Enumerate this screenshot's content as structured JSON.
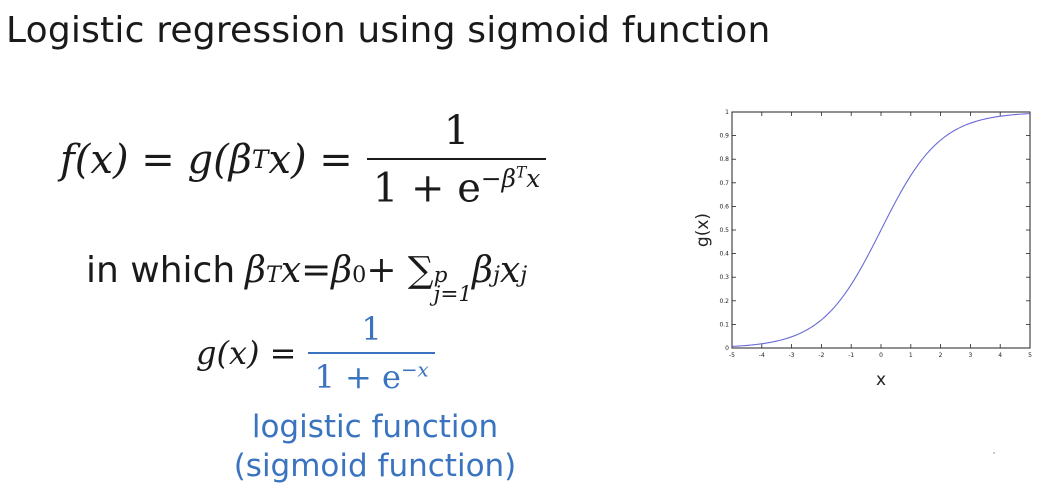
{
  "slide": {
    "title": "Logistic regression using sigmoid function",
    "caption_line1": "logistic function",
    "caption_line2": "(sigmoid function)"
  },
  "equations": {
    "main_lhs": "f(x) = g(",
    "main_beta": "β",
    "main_T": "T",
    "main_x_close": "x) =",
    "main_num": "1",
    "main_den_base": "1 + e",
    "main_den_exp": "−β",
    "main_den_exp_T": "T",
    "main_den_exp_x": "x",
    "which_text": "in which",
    "which_beta": "β",
    "which_T": "T",
    "which_rest": "x=β",
    "which_sub0": "0",
    "which_plus": " + ∑",
    "which_sum_sub": "j=1",
    "which_sum_sup": "p",
    "which_beta_j": " β",
    "which_sub_j": "j",
    "which_x": "x",
    "which_sub_j2": "j",
    "g_lhs": "g(x) =",
    "g_num": "1",
    "g_den_base": "1 + e",
    "g_den_exp": "−x"
  },
  "chart_data": {
    "type": "line",
    "function": "sigmoid",
    "xlabel": "x",
    "ylabel": "g(x)",
    "xlim": [
      -5,
      5
    ],
    "ylim": [
      0,
      1
    ],
    "xticks": [
      -5,
      -4,
      -3,
      -2,
      -1,
      0,
      1,
      2,
      3,
      4,
      5
    ],
    "yticks": [
      0,
      0.1,
      0.2,
      0.3,
      0.4,
      0.5,
      0.6,
      0.7,
      0.8,
      0.9,
      1
    ],
    "x": [
      -5,
      -4.5,
      -4,
      -3.5,
      -3,
      -2.5,
      -2,
      -1.5,
      -1,
      -0.5,
      0,
      0.5,
      1,
      1.5,
      2,
      2.5,
      3,
      3.5,
      4,
      4.5,
      5
    ],
    "y": [
      0.0067,
      0.011,
      0.018,
      0.029,
      0.047,
      0.076,
      0.119,
      0.182,
      0.269,
      0.378,
      0.5,
      0.622,
      0.731,
      0.818,
      0.881,
      0.924,
      0.953,
      0.971,
      0.982,
      0.989,
      0.9933
    ],
    "grid": false,
    "line_color": "#6a6ad8"
  }
}
